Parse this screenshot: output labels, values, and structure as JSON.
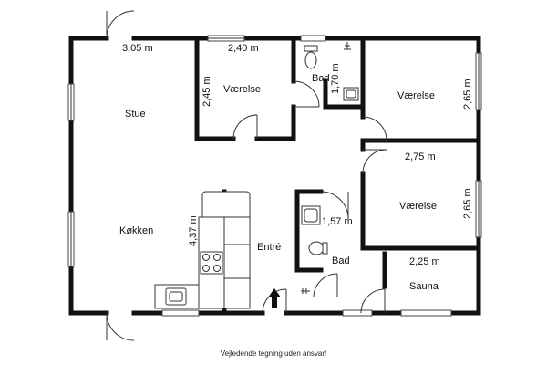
{
  "plan": {
    "rooms": {
      "stue": "Stue",
      "koekken": "Køkken",
      "vaerelse_1": "Værelse",
      "vaerelse_2": "Værelse",
      "vaerelse_3": "Værelse",
      "bad_1": "Bad",
      "bad_2": "Bad",
      "entre": "Entré",
      "sauna": "Sauna"
    },
    "dimensions": {
      "stue_width": "3,05 m",
      "vaerelse_1_width": "2,40 m",
      "vaerelse_1_depth": "2,45 m",
      "bad_1_depth": "1,70 m",
      "vaerelse_2_depth": "2,65 m",
      "vaerelse_2_3_width": "2,75 m",
      "vaerelse_3_depth": "2,65 m",
      "bad_2_width": "1,57 m",
      "koekken_depth": "4,37 m",
      "sauna_width": "2,25 m"
    }
  },
  "footer": "Vejledende tegning uden ansvar!"
}
